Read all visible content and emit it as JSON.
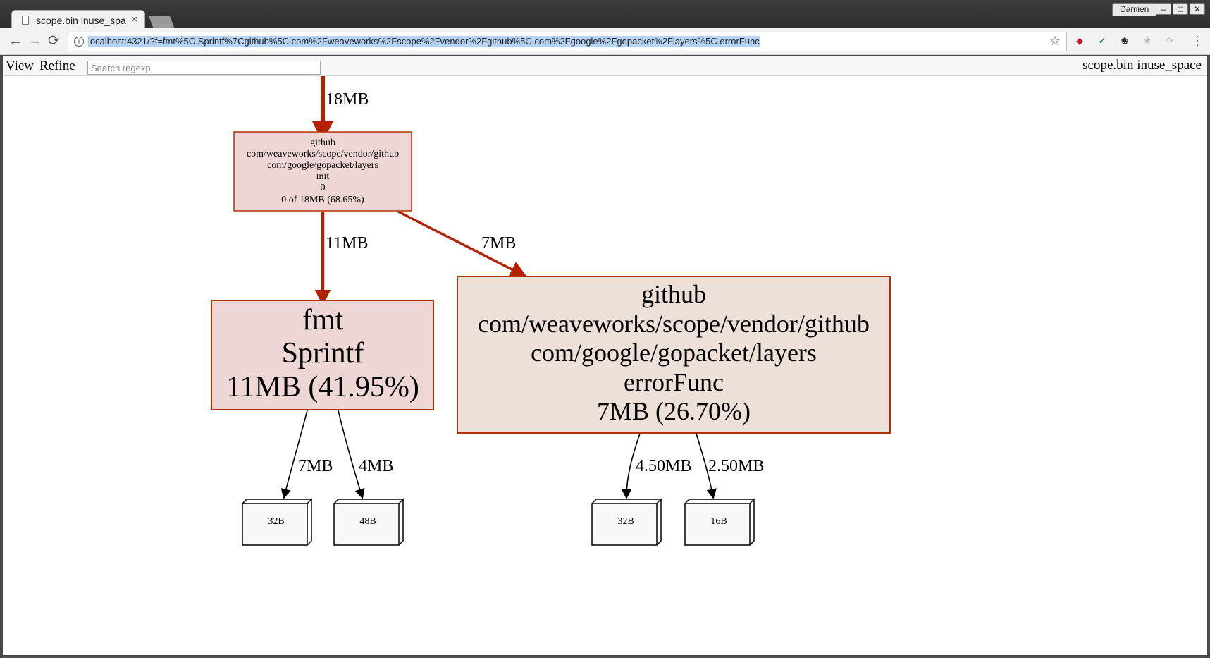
{
  "browser": {
    "tab_title": "scope.bin inuse_space",
    "tab_close": "×",
    "user": "Damien",
    "window_controls": {
      "minimize": "–",
      "maximize": "□",
      "close": "✕"
    },
    "url": "localhost:4321/?f=fmt%5C.Sprintf%7Cgithub%5C.com%2Fweaveworks%2Fscope%2Fvendor%2Fgithub%5C.com%2Fgoogle%2Fgopacket%2Flayers%5C.errorFunc",
    "info_glyph": "i",
    "back_glyph": "←",
    "forward_glyph": "→",
    "reload_glyph": "⟳",
    "bookmark_glyph": "☆",
    "menu_glyph": "⋮",
    "extensions": [
      {
        "icon": "ublock-icon",
        "glyph": "◆",
        "color": "#c0141b"
      },
      {
        "icon": "check-arrow-icon",
        "glyph": "✓",
        "color": "#2d8a2d"
      },
      {
        "icon": "pawprint-icon",
        "glyph": "❀",
        "color": "#222222"
      },
      {
        "icon": "react-icon",
        "glyph": "⚛",
        "color": "#b0b0b0"
      },
      {
        "icon": "arrow-ext-icon",
        "glyph": "↷",
        "color": "#c8c8c8"
      }
    ]
  },
  "pprof": {
    "menu_view": "View",
    "menu_refine": "Refine",
    "search_placeholder": "Search regexp",
    "profile_title": "scope.bin inuse_space"
  },
  "graph": {
    "edges": [
      {
        "id": "edge-input-init",
        "label": "18MB"
      },
      {
        "id": "edge-init-sprintf",
        "label": "11MB"
      },
      {
        "id": "edge-init-errorfunc",
        "label": "7MB"
      },
      {
        "id": "edge-sprintf-32b",
        "label": "7MB"
      },
      {
        "id": "edge-sprintf-48b",
        "label": "4MB"
      },
      {
        "id": "edge-errorfunc-32b",
        "label": "4.50MB"
      },
      {
        "id": "edge-errorfunc-16b",
        "label": "2.50MB"
      }
    ],
    "nodes": {
      "init": [
        "github",
        "com/weaveworks/scope/vendor/github",
        "com/google/gopacket/layers",
        "init",
        "0",
        "0 of 18MB (68.65%)"
      ],
      "sprintf": [
        "fmt",
        "Sprintf",
        "11MB (41.95%)"
      ],
      "errorfunc": [
        "github",
        "com/weaveworks/scope/vendor/github",
        "com/google/gopacket/layers",
        "errorFunc",
        "7MB (26.70%)"
      ]
    },
    "leaves": [
      "32B",
      "48B",
      "32B",
      "16B"
    ],
    "colors": {
      "heavy_edge": "#b22200",
      "light_edge": "#000000",
      "node_fill": "#edd6d3",
      "node_fill_light": "#ede0d9",
      "node_border": "#b23100",
      "leaf_fill": "#f8f8f8"
    }
  }
}
